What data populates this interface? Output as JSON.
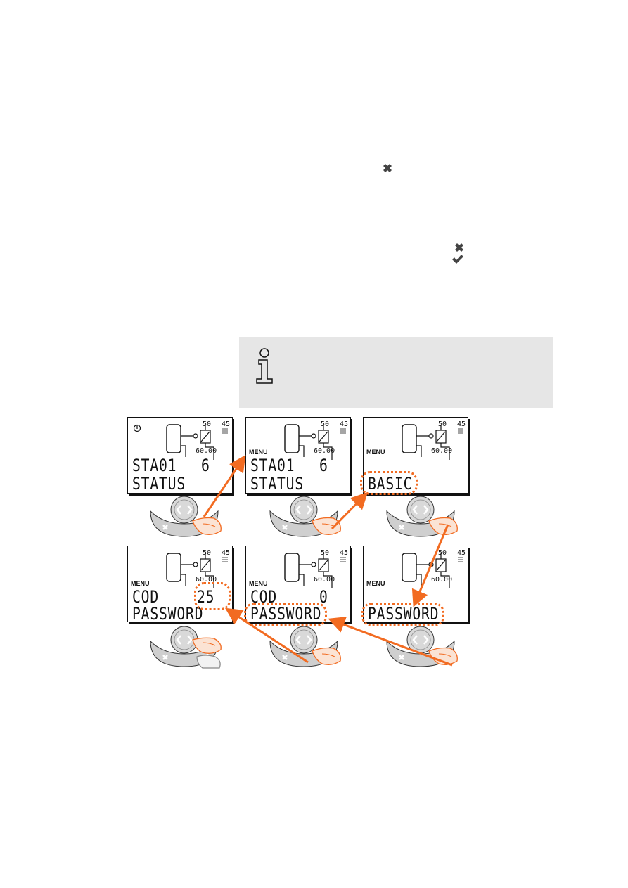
{
  "colors": {
    "accent": "#f26b21",
    "info_bg": "#e6e6e6"
  },
  "icons": {
    "cancel": "cross-icon",
    "confirm": "check-icon",
    "info": "info-icon",
    "power": "power-icon"
  },
  "screens": [
    {
      "id": "s1",
      "menu": "",
      "line1": "STA01",
      "value": "6",
      "line2": "STATUS",
      "power": true
    },
    {
      "id": "s2",
      "menu": "MENU",
      "line1": "STA01",
      "value": "6",
      "line2": "STATUS",
      "power": false
    },
    {
      "id": "s3",
      "menu": "MENU",
      "line1": "",
      "value": "",
      "line2": "BASIC",
      "power": false
    },
    {
      "id": "s4",
      "menu": "MENU",
      "line1": "COD",
      "value": "25",
      "line2": "PASSWORD",
      "power": false
    },
    {
      "id": "s5",
      "menu": "MENU",
      "line1": "COD",
      "value": "0",
      "line2": "PASSWORD",
      "power": false
    },
    {
      "id": "s6",
      "menu": "MENU",
      "line1": "",
      "value": "",
      "line2": "PASSWORD",
      "power": false
    }
  ],
  "lcd_small": {
    "top1": "50",
    "top2": "45",
    "mid": "60.00"
  }
}
